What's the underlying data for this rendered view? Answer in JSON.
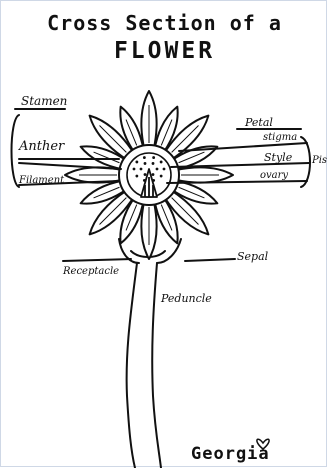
{
  "diagram": {
    "title_line1": "Cross Section of a",
    "title_line2": "FLOWER",
    "labels": {
      "stamen": "Stamen",
      "anther": "Anther",
      "filament": "Filament",
      "petal": "Petal",
      "stigma": "stigma",
      "style": "Style",
      "ovary": "ovary",
      "pistil": "Pist",
      "sepal": "Sepal",
      "receptacle": "Receptacle",
      "peduncle": "Peduncle"
    },
    "signature": "Georgia",
    "colors": {
      "ink": "#111111",
      "paper": "#ffffff",
      "frame": "#cfd8e6"
    }
  }
}
